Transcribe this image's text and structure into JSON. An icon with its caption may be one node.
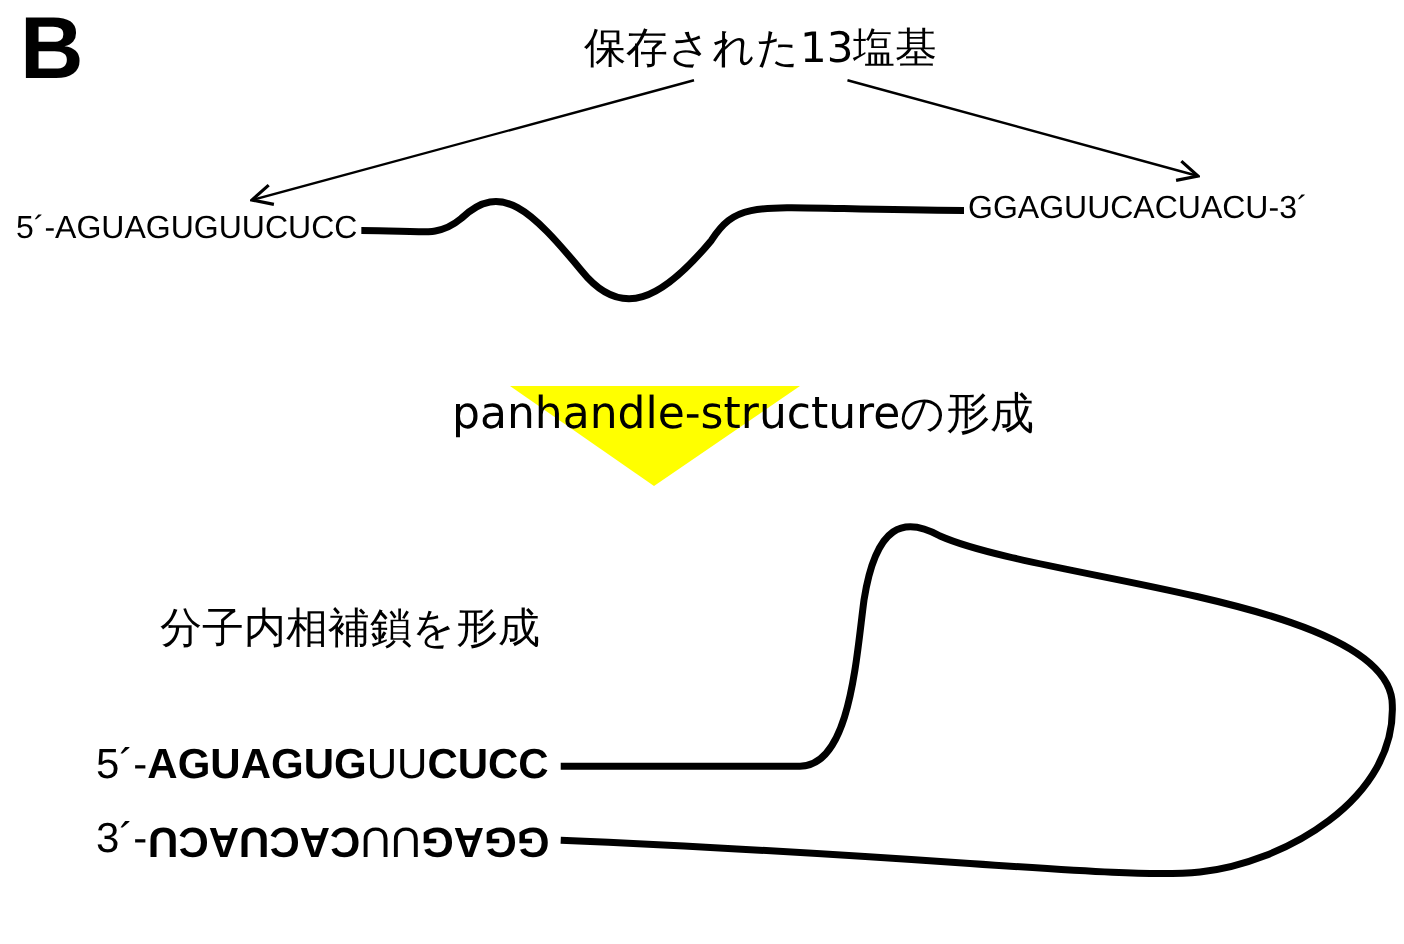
{
  "diagram": {
    "nodes": [
      {
        "text": [
          "保存された13塩基"
        ]
      },
      {
        "text": [
          "5´-AGUAGUGUUCUCC"
        ]
      },
      {
        "text": [
          "GGAGUUCACUACU-3´"
        ]
      },
      {
        "text": [
          "5´-**AGUAGUG**UU**CUCC**"
        ]
      },
      {
        "text": [
          "3´-",
          "**GGAG**UU**CACUACU**"
        ]
      }
    ],
    "edges": [
      {
        "from": 0,
        "to": 1,
        "arrow": "to"
      },
      {
        "from": 0,
        "to": 2,
        "arrow": "to"
      },
      {
        "from": 1,
        "to": 2,
        "arrow": "none",
        "style": "thick"
      },
      {
        "from": 3,
        "to": 4,
        "arrow": "none",
        "style": "thick"
      }
    ],
    "labels": [
      "B",
      "panhandle-structureの形成",
      "分子内相補鎖を形成"
    ]
  }
}
